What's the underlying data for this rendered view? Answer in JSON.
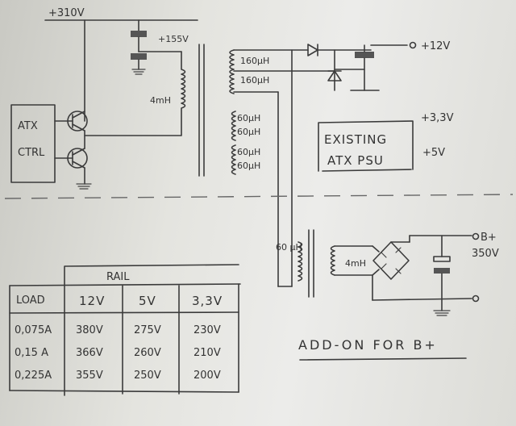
{
  "diagram": {
    "supply": {
      "v310": "+310V",
      "v155": "+155V"
    },
    "controller": {
      "line1": "ATX",
      "line2": "CTRL"
    },
    "inductor_4mh": "4mH",
    "primary_windings": [
      "160µH",
      "160µH"
    ],
    "aux_windings": [
      "60µH",
      "60µH",
      "60µH",
      "60µH"
    ],
    "outputs": {
      "v12": "+12V",
      "v33": "+3,3V",
      "v5": "+5V"
    },
    "existing": {
      "line1": "EXISTING",
      "line2": "ATX PSU"
    },
    "addon": {
      "winding": "60 µH",
      "inductor": "4mH",
      "bplus": "B+",
      "bplus_v": "350V",
      "caption": "ADD-ON FOR B+"
    },
    "table": {
      "group_header": "RAIL",
      "row_header": "LOAD",
      "columns": [
        "12V",
        "5V",
        "3,3V"
      ],
      "rows": [
        {
          "load": "0,075A",
          "values": [
            "380V",
            "275V",
            "230V"
          ]
        },
        {
          "load": "0,15 A",
          "values": [
            "366V",
            "260V",
            "210V"
          ]
        },
        {
          "load": "0,225A",
          "values": [
            "355V",
            "250V",
            "200V"
          ]
        }
      ]
    }
  }
}
